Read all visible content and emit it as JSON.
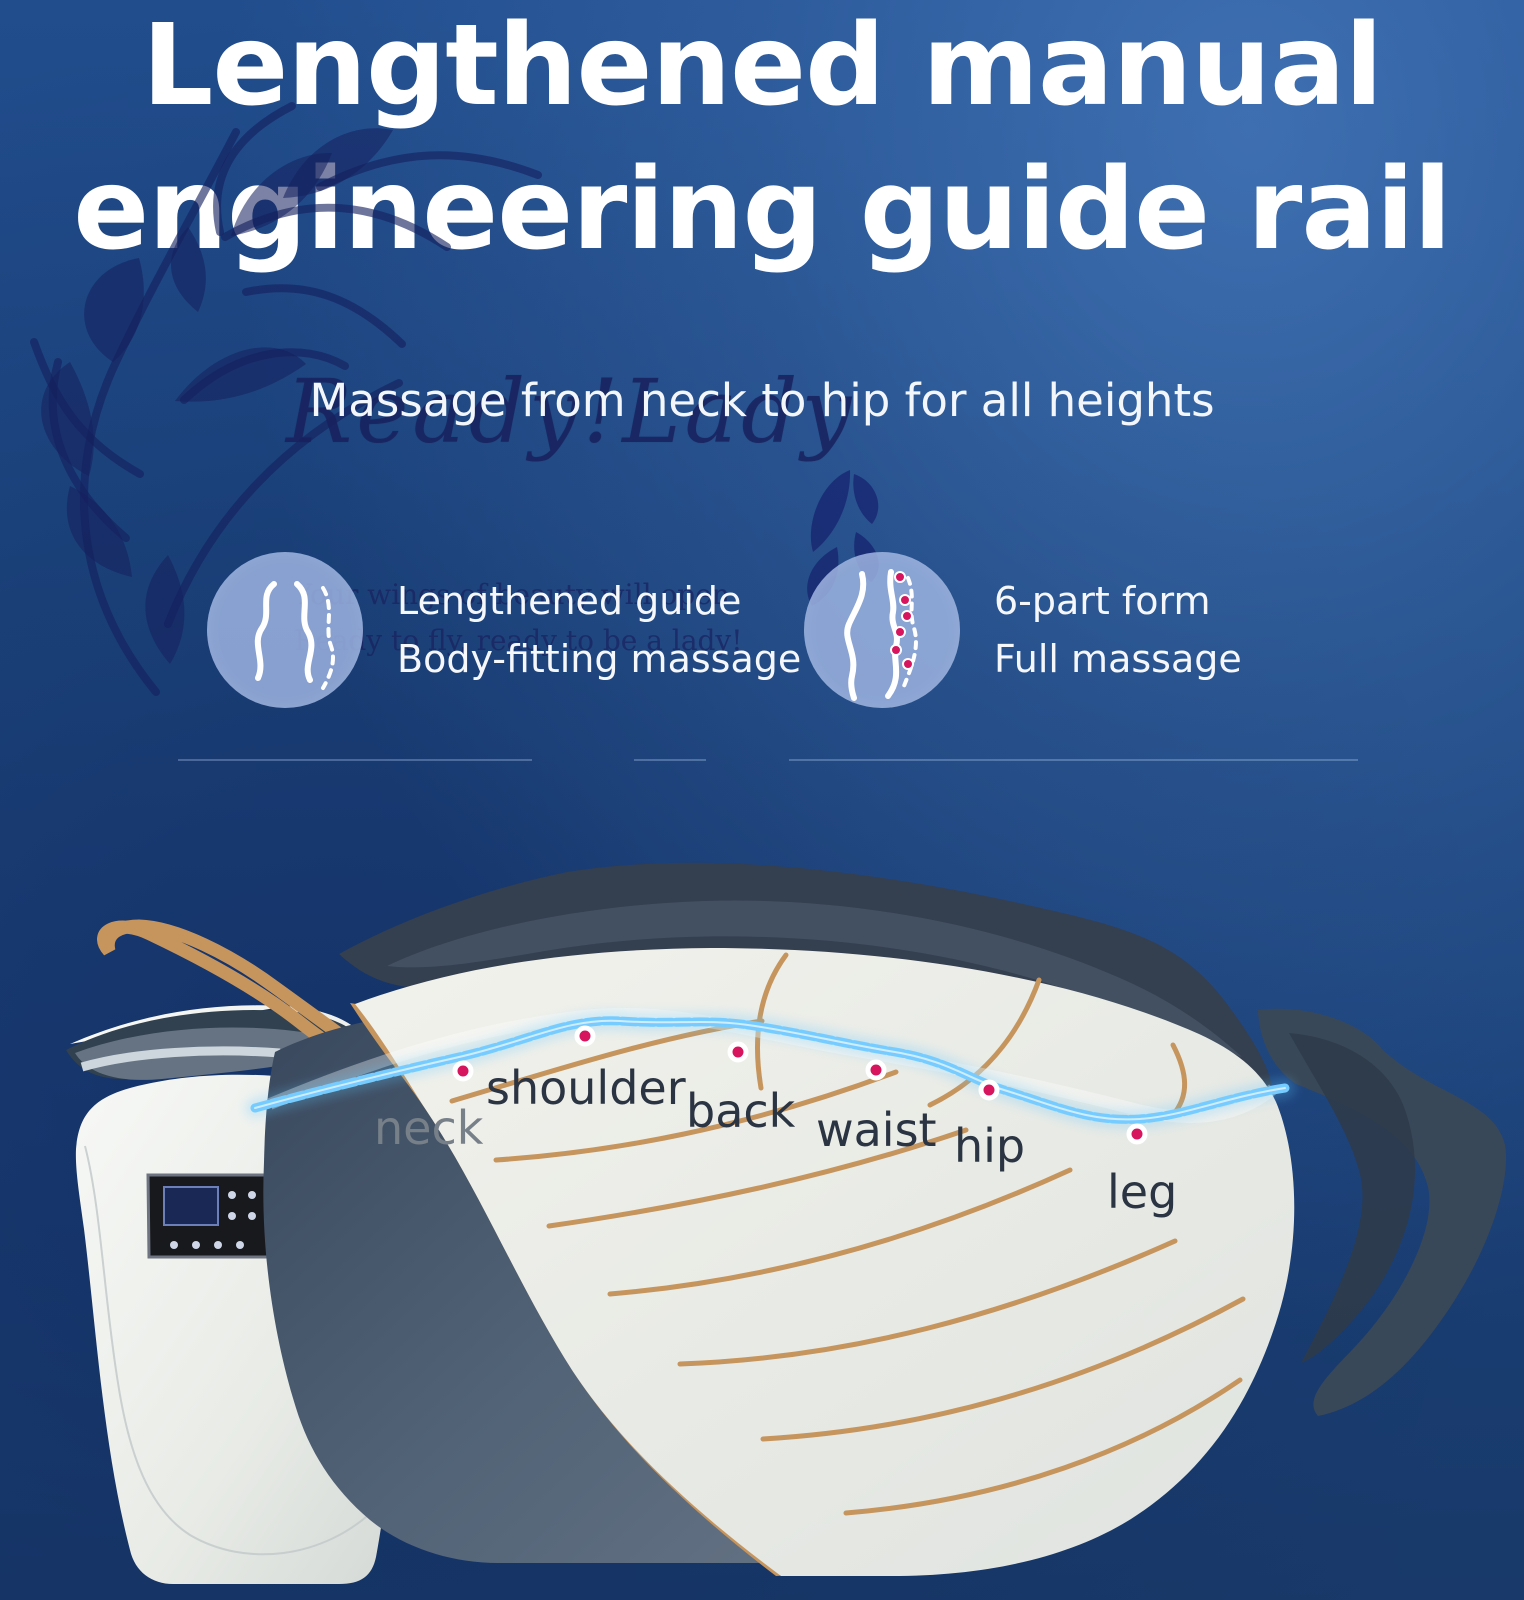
{
  "title": {
    "line1": "Lengthened manual",
    "line2": "engineering guide rail"
  },
  "subtitle": "Massage from neck to hip for all heights",
  "watermark": {
    "tagline_1": "Your wings of beauty will open.",
    "tagline_2": "Ready to fly, ready to be a lady!"
  },
  "features": [
    {
      "icon": "spine-icon",
      "line1": "Lengthened guide",
      "line2": "Body-fitting massage"
    },
    {
      "icon": "body-points-icon",
      "line1": "6-part form",
      "line2": "Full massage"
    }
  ],
  "body_points": [
    {
      "label": "neck"
    },
    {
      "label": "shoulder"
    },
    {
      "label": "back"
    },
    {
      "label": "waist"
    },
    {
      "label": "hip"
    },
    {
      "label": "leg"
    }
  ],
  "colors": {
    "background": "#1d467f",
    "text": "#ffffff",
    "point": "#d6155e",
    "rail": "#5fc8ff",
    "cushion": "#eef0ec",
    "trim": "#c6955d"
  }
}
